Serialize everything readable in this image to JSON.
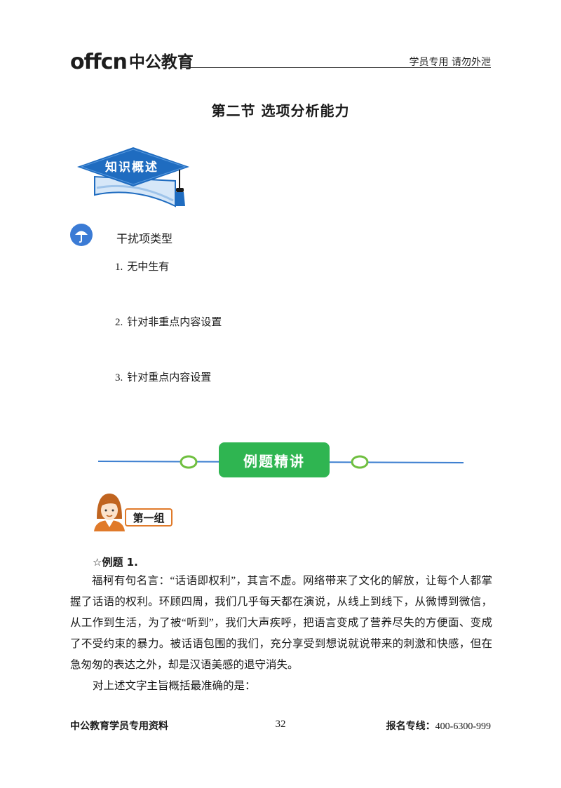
{
  "header": {
    "logo_latin": "offcn",
    "logo_cn": "中公教育",
    "note": "学员专用  请勿外泄"
  },
  "section": {
    "title": "第二节   选项分析能力",
    "overview_label": "知识概述"
  },
  "topic": {
    "heading": "干扰项类型",
    "items": [
      {
        "num": "1.",
        "text": "无中生有"
      },
      {
        "num": "2.",
        "text": "针对非重点内容设置"
      },
      {
        "num": "3.",
        "text": "针对重点内容设置"
      }
    ]
  },
  "example": {
    "banner": "例题精讲",
    "group": "第一组",
    "title": "☆例题 1.",
    "paragraph": "福柯有句名言：“话语即权利”，其言不虚。网络带来了文化的解放，让每个人都掌握了话语的权利。环顾四周，我们几乎每天都在演说，从线上到线下，从微博到微信，从工作到生活，为了被“听到”，我们大声疾呼，把语言变成了营养尽失的方便面、变成了不受约束的暴力。被话语包围的我们，充分享受到想说就说带来的刺激和快感，但在急匆匆的表达之外，却是汉语美感的退守消失。",
    "question": "对上述文字主旨概括最准确的是："
  },
  "footer": {
    "left": "中公教育学员专用资料",
    "page_number": "32",
    "right_label": "报名专线：",
    "right_phone": "400-6300-999"
  },
  "colors": {
    "cap_blue": "#1f6cc0",
    "banner_green": "#2fb551",
    "line_blue": "#3d7fd0",
    "ring_green": "#6fbf3f",
    "badge_orange": "#e07a2a"
  }
}
